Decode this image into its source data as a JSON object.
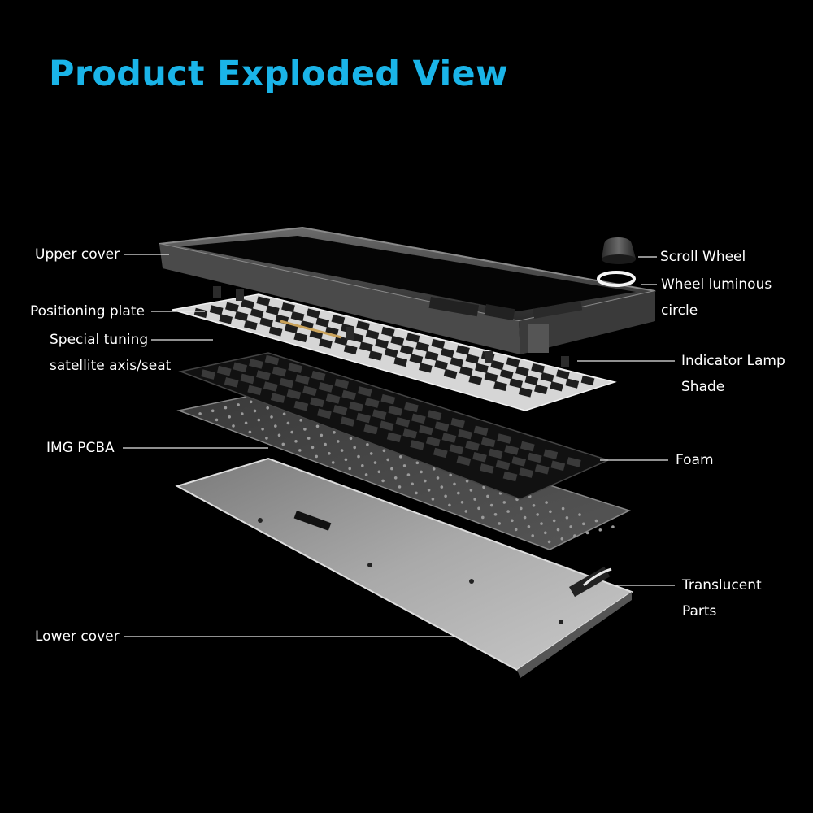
{
  "title": "Product Exploded View",
  "colors": {
    "title": "#1ab4e8",
    "background": "#000000",
    "label_text": "#ffffff",
    "leader_line": "#e6e6e6"
  },
  "labels": {
    "upper_cover": "Upper cover",
    "positioning_plate": "Positioning plate",
    "special_tuning_line1": "Special tuning",
    "special_tuning_line2": "satellite axis/seat",
    "img_pcba": "IMG PCBA",
    "lower_cover": "Lower cover",
    "scroll_wheel": "Scroll Wheel",
    "wheel_luminous_line1": "Wheel luminous",
    "wheel_luminous_line2": "circle",
    "indicator_lamp_line1": "Indicator Lamp",
    "indicator_lamp_line2": "Shade",
    "foam": "Foam",
    "translucent_line1": "Translucent",
    "translucent_line2": "Parts"
  }
}
